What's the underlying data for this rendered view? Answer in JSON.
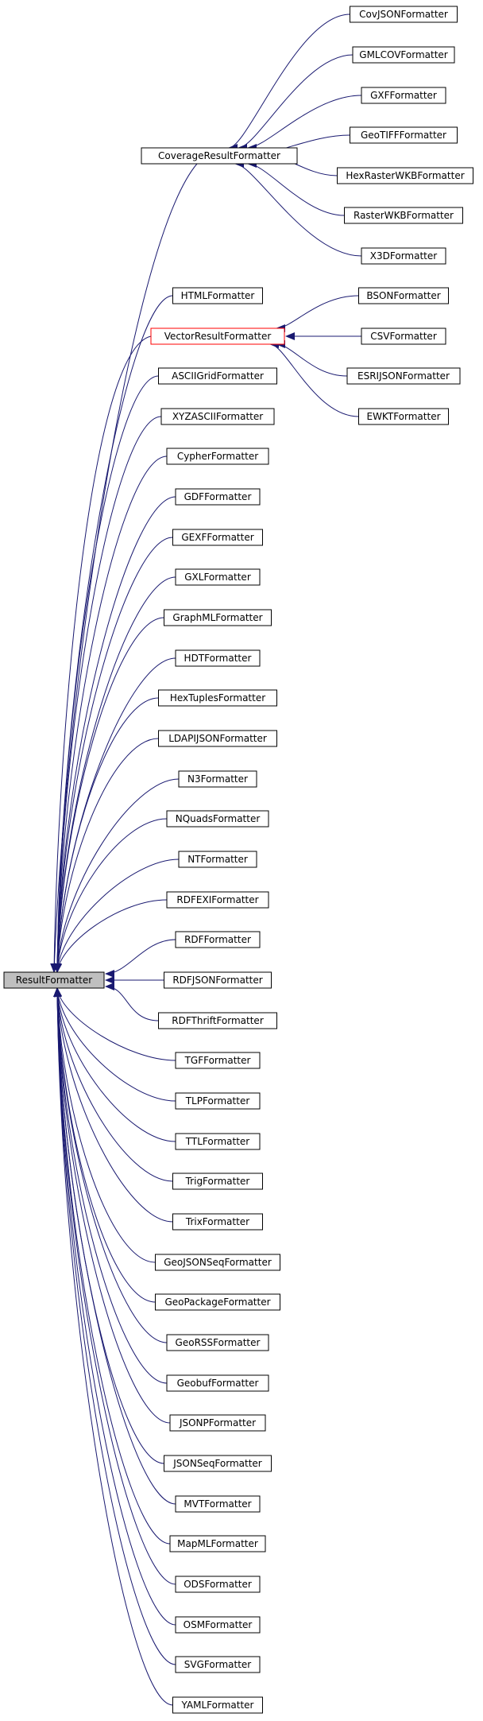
{
  "colors": {
    "edge": "#191970",
    "box_border": "#000000",
    "box_fill": "#ffffff",
    "root_fill": "#bfbfbf",
    "highlight_border": "#ff0000"
  },
  "root": {
    "label": "ResultFormatter"
  },
  "coverage": {
    "parent": "CoverageResultFormatter",
    "children": [
      "CovJSONFormatter",
      "GMLCOVFormatter",
      "GXFFormatter",
      "GeoTIFFFormatter",
      "HexRasterWKBFormatter",
      "RasterWKBFormatter",
      "X3DFormatter"
    ]
  },
  "vector": {
    "parent": "VectorResultFormatter",
    "children": [
      "BSONFormatter",
      "CSVFormatter",
      "ESRIJSONFormatter",
      "EWKTFormatter"
    ]
  },
  "direct_children": [
    "HTMLFormatter",
    "ASCIIGridFormatter",
    "XYZASCIIFormatter",
    "CypherFormatter",
    "GDFFormatter",
    "GEXFFormatter",
    "GXLFormatter",
    "GraphMLFormatter",
    "HDTFormatter",
    "HexTuplesFormatter",
    "LDAPIJSONFormatter",
    "N3Formatter",
    "NQuadsFormatter",
    "NTFormatter",
    "RDFEXIFormatter",
    "RDFFormatter",
    "RDFJSONFormatter",
    "RDFThriftFormatter",
    "TGFFormatter",
    "TLPFormatter",
    "TTLFormatter",
    "TrigFormatter",
    "TrixFormatter",
    "GeoJSONSeqFormatter",
    "GeoPackageFormatter",
    "GeoRSSFormatter",
    "GeobufFormatter",
    "JSONPFormatter",
    "JSONSeqFormatter",
    "MVTFormatter",
    "MapMLFormatter",
    "ODSFormatter",
    "OSMFormatter",
    "SVGFormatter",
    "YAMLFormatter"
  ]
}
